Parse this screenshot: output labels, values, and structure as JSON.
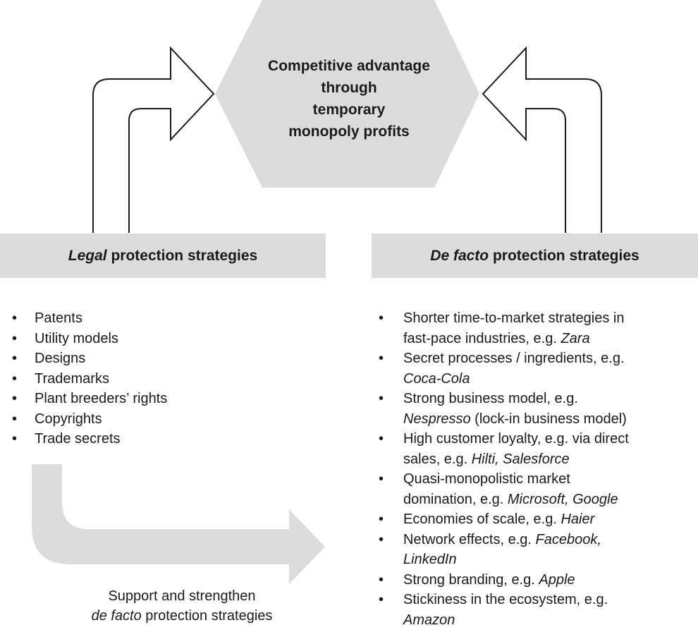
{
  "center": {
    "lines": [
      "Competitive advantage",
      "through",
      "temporary",
      "monopoly profits"
    ]
  },
  "legal": {
    "title_em": "Legal",
    "title_rest": " protection strategies",
    "items": [
      "Patents",
      "Utility models",
      "Designs",
      "Trademarks",
      "Plant breeders’ rights",
      "Copyrights",
      "Trade secrets"
    ]
  },
  "defacto": {
    "title_em": "De facto",
    "title_rest": " protection strategies",
    "items": [
      {
        "lines": [
          [
            {
              "t": "Shorter time-to-market strategies in",
              "i": false
            }
          ],
          [
            {
              "t": "fast-pace industries, e.g. ",
              "i": false
            },
            {
              "t": "Zara",
              "i": true
            }
          ]
        ]
      },
      {
        "lines": [
          [
            {
              "t": "Secret processes / ingredients, e.g.",
              "i": false
            }
          ],
          [
            {
              "t": "Coca-Cola",
              "i": true
            }
          ]
        ]
      },
      {
        "lines": [
          [
            {
              "t": "Strong business model, e.g.",
              "i": false
            }
          ],
          [
            {
              "t": "Nespresso",
              "i": true
            },
            {
              "t": " (lock-in business model)",
              "i": false
            }
          ]
        ]
      },
      {
        "lines": [
          [
            {
              "t": "High customer loyalty, e.g. via direct",
              "i": false
            }
          ],
          [
            {
              "t": "sales, e.g. ",
              "i": false
            },
            {
              "t": "Hilti, Salesforce",
              "i": true
            }
          ]
        ]
      },
      {
        "lines": [
          [
            {
              "t": "Quasi-monopolistic market",
              "i": false
            }
          ],
          [
            {
              "t": "domination, e.g. ",
              "i": false
            },
            {
              "t": "Microsoft, Google",
              "i": true
            }
          ]
        ]
      },
      {
        "lines": [
          [
            {
              "t": "Economies of scale, e.g. ",
              "i": false
            },
            {
              "t": "Haier",
              "i": true
            }
          ]
        ]
      },
      {
        "lines": [
          [
            {
              "t": "Network effects, e.g. ",
              "i": false
            },
            {
              "t": "Facebook,",
              "i": true
            }
          ],
          [
            {
              "t": "LinkedIn",
              "i": true
            }
          ]
        ]
      },
      {
        "lines": [
          [
            {
              "t": "Strong branding, e.g. ",
              "i": false
            },
            {
              "t": "Apple",
              "i": true
            }
          ]
        ]
      },
      {
        "lines": [
          [
            {
              "t": "Stickiness in the ecosystem, e.g.",
              "i": false
            }
          ],
          [
            {
              "t": "Amazon",
              "i": true
            }
          ]
        ]
      }
    ]
  },
  "caption": {
    "line1": "Support and strengthen",
    "line2_em": "de facto",
    "line2_rest": " protection strategies"
  },
  "bullet": "•",
  "colors": {
    "hexagon": "#dcdcdc",
    "box": "#dcdcdc",
    "arrow_outline": "#1a1a1a",
    "support_arrow": "#dcdcdc"
  }
}
